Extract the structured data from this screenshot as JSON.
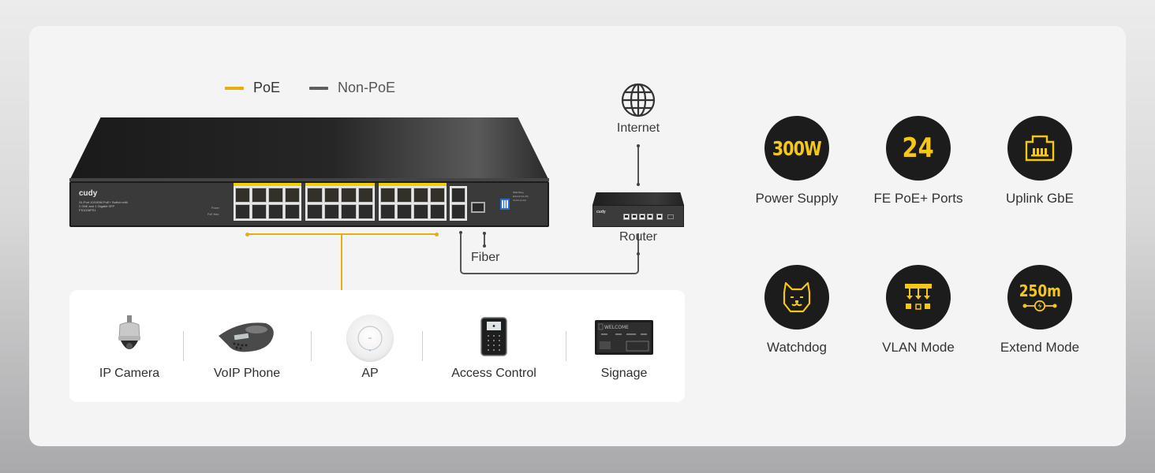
{
  "legend": {
    "poe": {
      "label": "PoE",
      "color": "#e3b00f"
    },
    "non_poe": {
      "label": "Non-PoE",
      "color": "#5e5e5e"
    }
  },
  "switch": {
    "brand": "cudy",
    "description_line1": "24-Port 10/100M PoE+ Switch with",
    "description_line2": "2 GbE and 1 Gigabit SFP",
    "model": "FS1026PS1",
    "led_power": "Power",
    "led_poe_max": "PoE Max",
    "sfp_label": "SFP",
    "dip_labels": [
      "Watchdog",
      "Extend (11-26)",
      "VLAN (1-24)"
    ],
    "poe_port_count": 24,
    "uplink_port_count": 2
  },
  "network": {
    "internet_label": "Internet",
    "router_label": "Router",
    "router_brand": "cudy",
    "fiber_label": "Fiber"
  },
  "devices": [
    {
      "label": "IP Camera",
      "icon": "ip-camera-icon"
    },
    {
      "label": "VoIP Phone",
      "icon": "voip-phone-icon"
    },
    {
      "label": "AP",
      "icon": "access-point-icon"
    },
    {
      "label": "Access Control",
      "icon": "access-control-icon"
    },
    {
      "label": "Signage",
      "icon": "signage-icon",
      "screen_text": "WELCOME"
    }
  ],
  "features": [
    {
      "label": "Power Supply",
      "badge": "300W",
      "icon": "power-badge"
    },
    {
      "label": "FE PoE+ Ports",
      "badge": "24",
      "icon": "port-count-badge"
    },
    {
      "label": "Uplink GbE",
      "icon": "ethernet-port-icon"
    },
    {
      "label": "Watchdog",
      "icon": "dog-face-icon"
    },
    {
      "label": "VLAN Mode",
      "icon": "vlan-icon"
    },
    {
      "label": "Extend Mode",
      "badge": "250m",
      "icon": "extend-distance-icon"
    }
  ],
  "colors": {
    "accent": "#f4c815",
    "circle_bg": "#1c1c1c",
    "card_bg": "#f4f4f4"
  }
}
